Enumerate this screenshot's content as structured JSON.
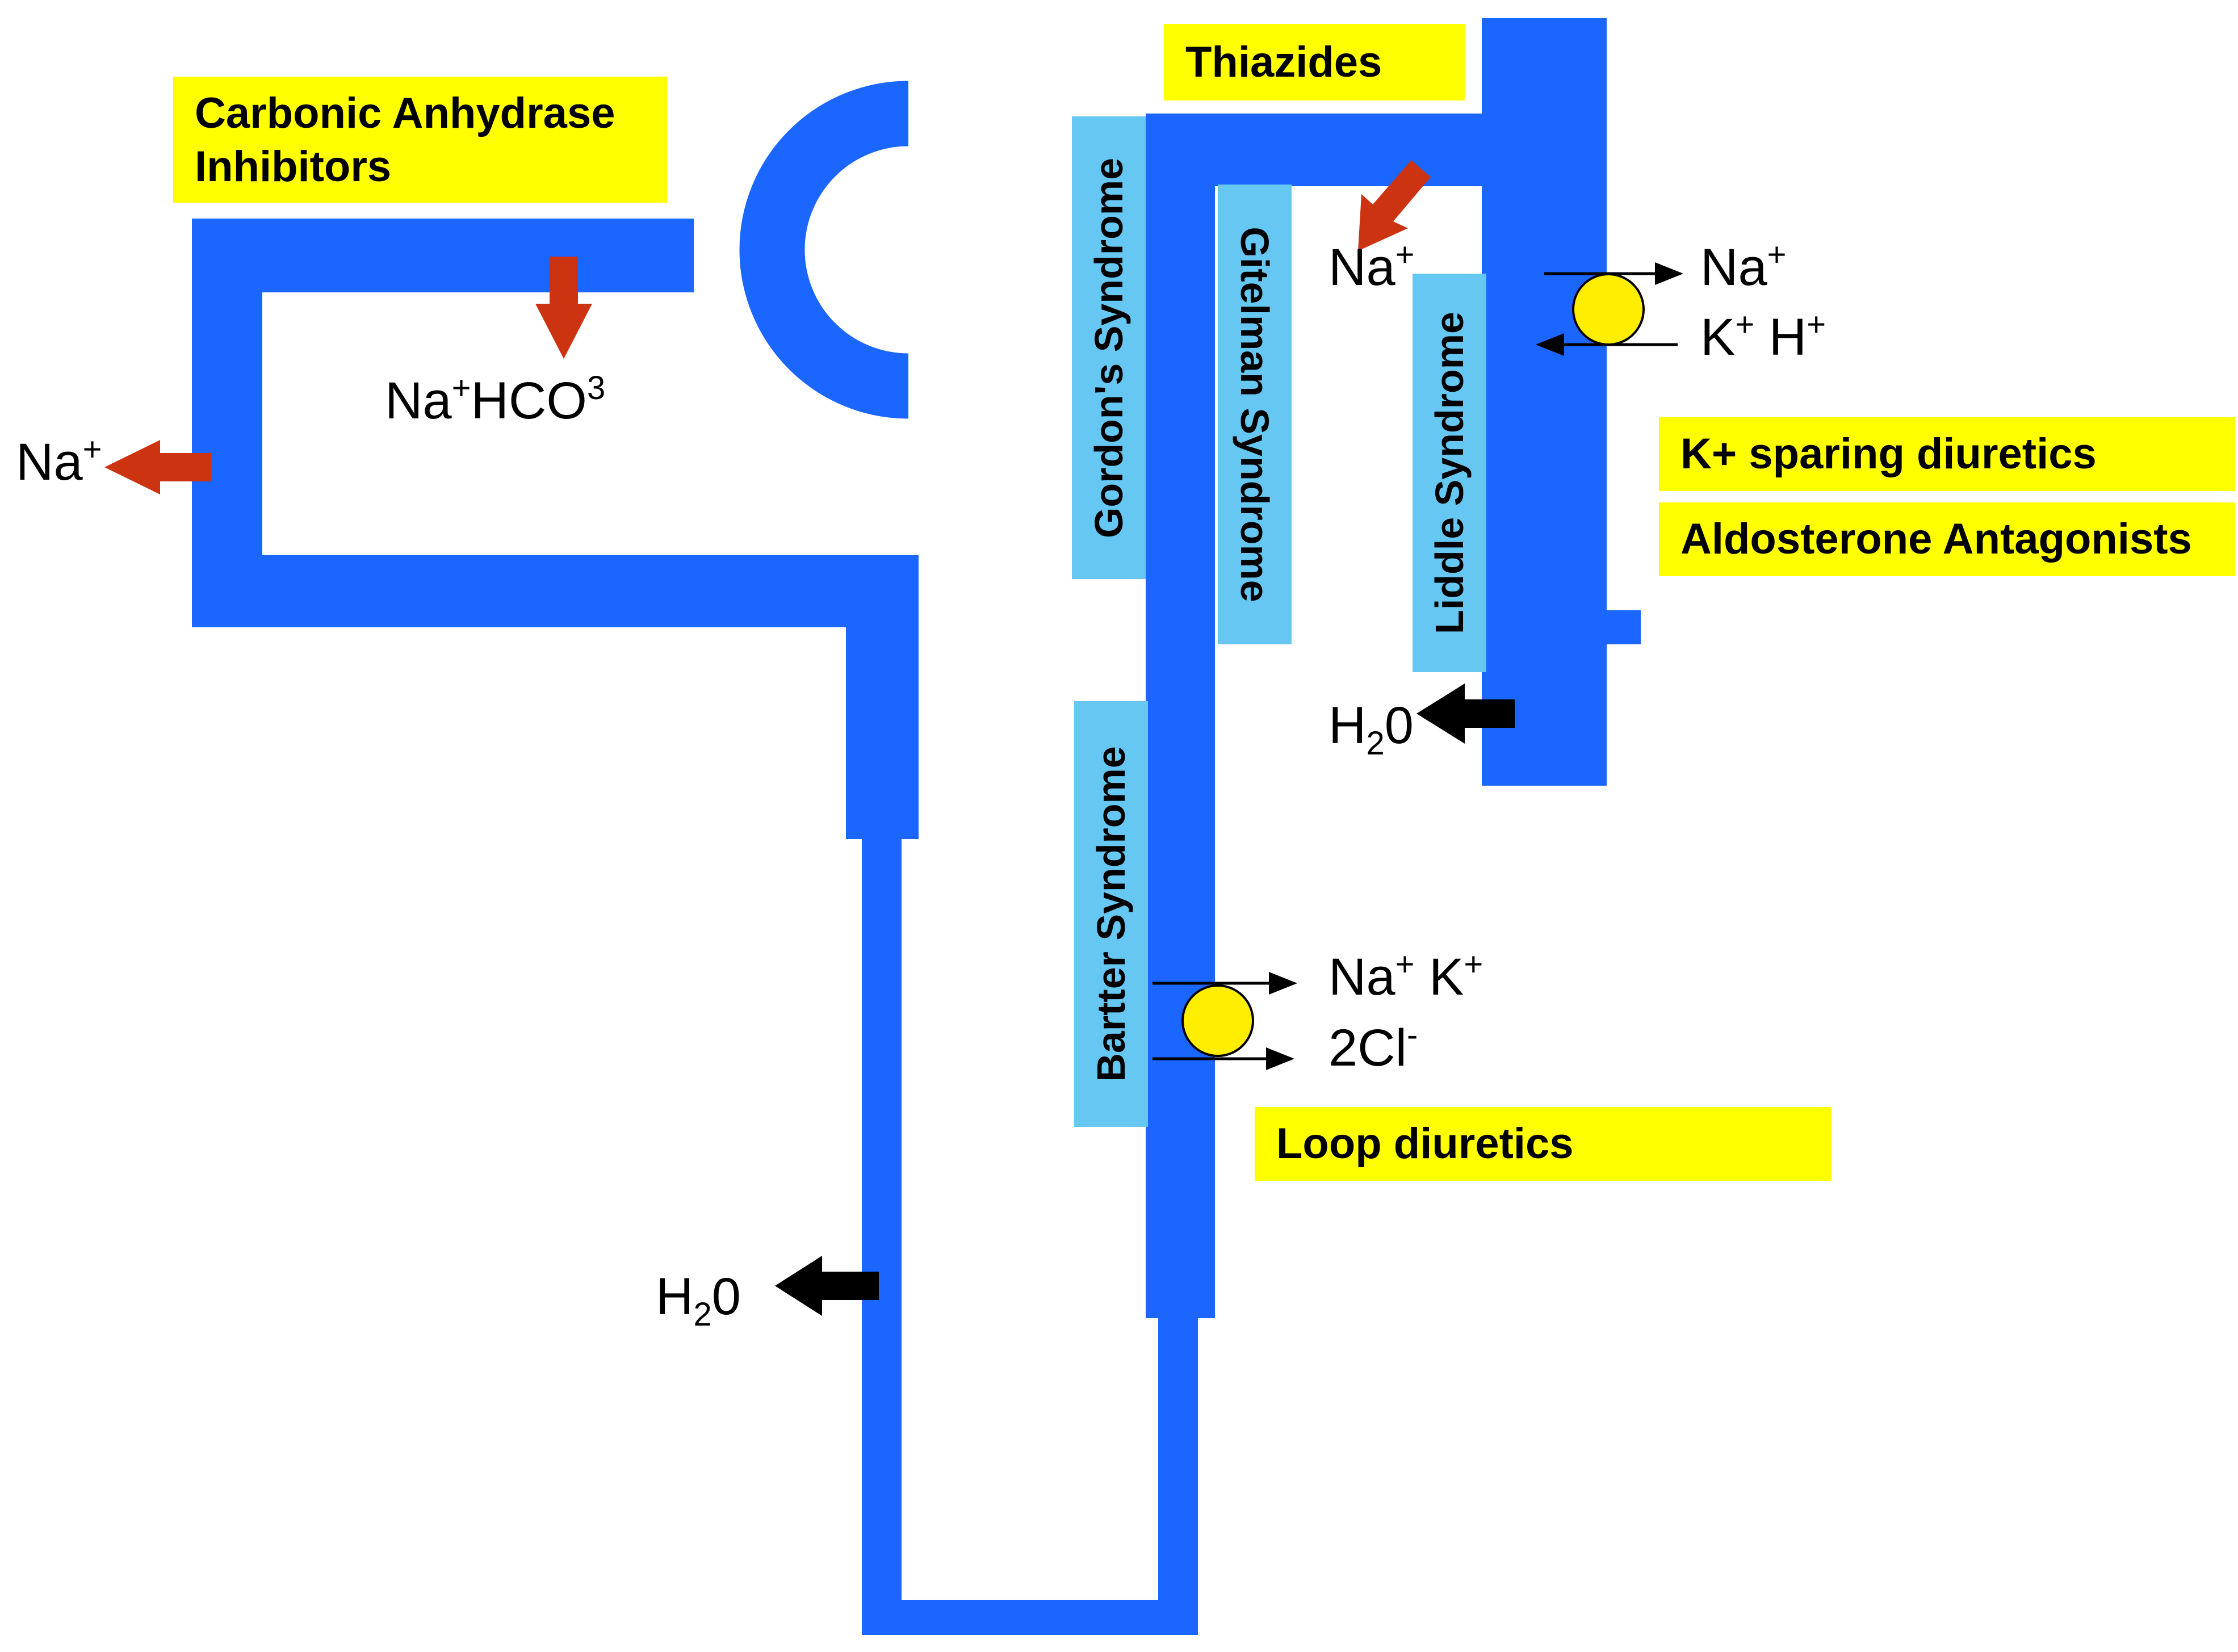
{
  "colors": {
    "tubule": "#1a66ff",
    "drug_box": "#ffff00",
    "syndrome_box": "#66c8f2",
    "arrow_red": "#cc3311",
    "arrow_black": "#000000",
    "transporter": "#ffee00"
  },
  "drugs": {
    "carbonic_line1": "Carbonic Anhydrase",
    "carbonic_line2": "Inhibitors",
    "thiazides": "Thiazides",
    "k_sparing": "K+ sparing diuretics",
    "aldosterone": "Aldosterone Antagonists",
    "loop": "Loop  diuretics"
  },
  "syndromes": {
    "gordon": "Gordon's Syndrome",
    "gitelman": "Gitelman Syndrome",
    "liddle": "Liddle Syndrome",
    "bartter": "Bartter  Syndrome"
  },
  "ions": {
    "na_left": {
      "base": "Na",
      "sup": "+"
    },
    "na_hco3": {
      "na": "Na",
      "na_sup": "+",
      "hco": "HCO",
      "hco_sup": "3"
    },
    "h2o_loop": {
      "h": "H",
      "sub": "2",
      "o": "0"
    },
    "na_dct": {
      "base": "Na",
      "sup": "+"
    },
    "h2o_cd": {
      "h": "H",
      "sub": "2",
      "o": "0"
    },
    "na_cd": {
      "base": "Na",
      "sup": "+"
    },
    "k_h_cd": {
      "k": "K",
      "k_sup": "+",
      "h": " H",
      "h_sup": "+"
    },
    "na_k_loop": {
      "na": "Na",
      "na_sup": "+",
      "k": " K",
      "k_sup": "+"
    },
    "cl_loop": {
      "base": "2Cl",
      "sup": "-"
    }
  }
}
